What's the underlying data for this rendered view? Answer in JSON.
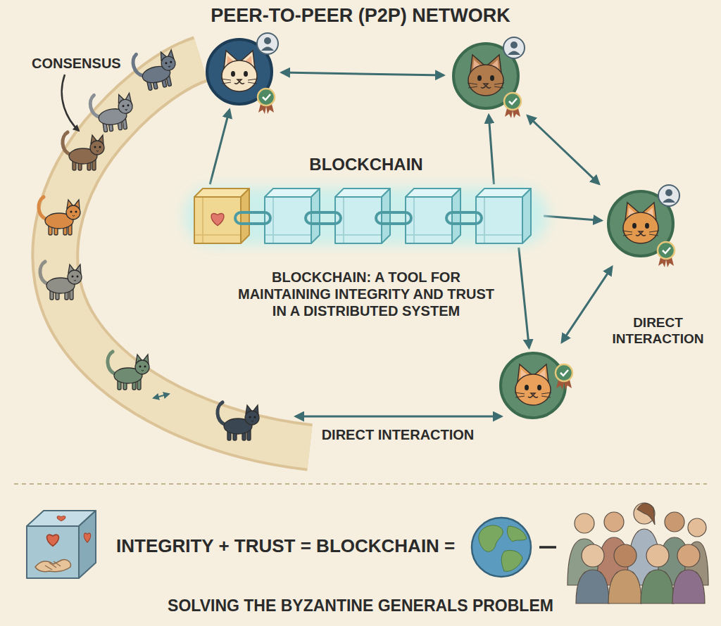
{
  "diagram": {
    "title": "PEER-TO-PEER (P2P) NETWORK",
    "caption": "SOLVING THE BYZANTINE GENERALS PROBLEM",
    "nodes": [
      {
        "text": []
      },
      {
        "text": []
      },
      {
        "text": [
          "BLOCKCHAIN",
          "BLOCKCHAIN: A TOOL FOR MAINTAINING INTEGRITY AND TRUST IN A DISTRIBUTED SYSTEM"
        ]
      },
      {
        "text": []
      },
      {
        "text": []
      }
    ],
    "edges": [
      {
        "from": 0,
        "to": 1,
        "arrow": "both"
      },
      {
        "from": 2,
        "to": 0,
        "arrow": "to"
      },
      {
        "from": 2,
        "to": 1,
        "arrow": "to"
      },
      {
        "from": 1,
        "to": 3,
        "arrow": "both"
      },
      {
        "from": 2,
        "to": 3,
        "arrow": "to"
      },
      {
        "from": 2,
        "to": 4,
        "arrow": "to"
      },
      {
        "from": 3,
        "to": 4,
        "arrow": "both",
        "label": "DIRECT INTERACTION"
      }
    ],
    "labels": [
      "CONSENSUS",
      "DIRECT INTERACTION",
      "INTEGRITY + TRUST = BLOCKCHAIN ="
    ]
  }
}
